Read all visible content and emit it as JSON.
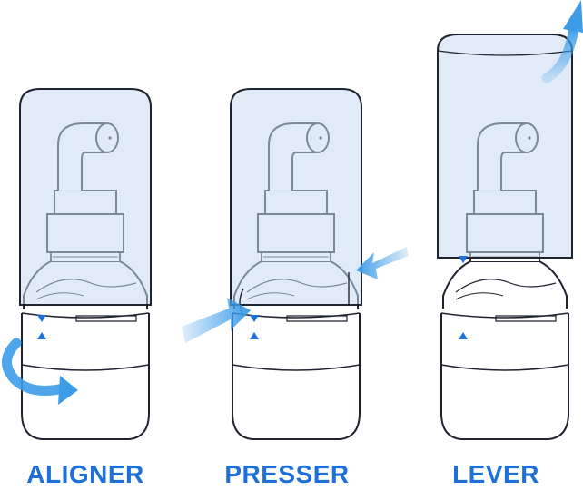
{
  "steps": [
    {
      "label": "ALIGNER"
    },
    {
      "label": "PRESSER"
    },
    {
      "label": "LEVER"
    }
  ],
  "colors": {
    "accent": "#1E6FD9",
    "cap_fill": "#D6E4F7",
    "cap_stroke": "#2A2F3A",
    "arrow": "#3C9CE8"
  },
  "icons": [
    "rotate-arrow-icon",
    "press-arrow-icon",
    "lift-arrow-icon",
    "alignment-triangle-icon"
  ]
}
